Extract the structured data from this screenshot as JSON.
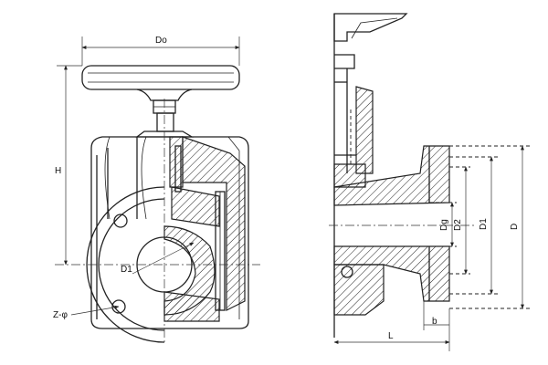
{
  "labels": {
    "do": "Do",
    "h": "H",
    "d1_front": "D1",
    "z": "Z-φ",
    "dg": "Dg",
    "d2": "D2",
    "d1_side": "D1",
    "d": "D",
    "l": "L",
    "b": "b"
  }
}
